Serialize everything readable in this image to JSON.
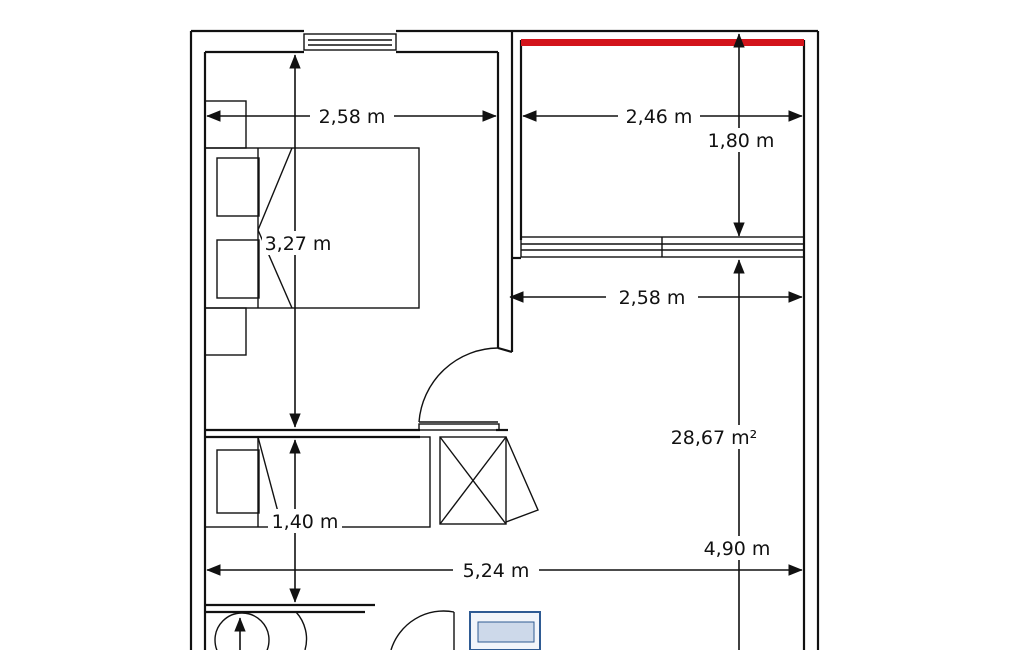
{
  "floor_plan": {
    "measurements": {
      "bedroom_width": "2,58 m",
      "bedroom_length": "3,27 m",
      "balcony_width": "2,46 m",
      "balcony_depth": "1,80 m",
      "living_width": "2,58 m",
      "living_area": "28,67 m²",
      "living_length": "4,90 m",
      "hall_width": "5,24 m",
      "closet_depth": "1,40 m"
    },
    "colors": {
      "wall": "#111111",
      "highlight_edge": "#d3141b",
      "bath_fixture": "#2f5b93"
    }
  }
}
